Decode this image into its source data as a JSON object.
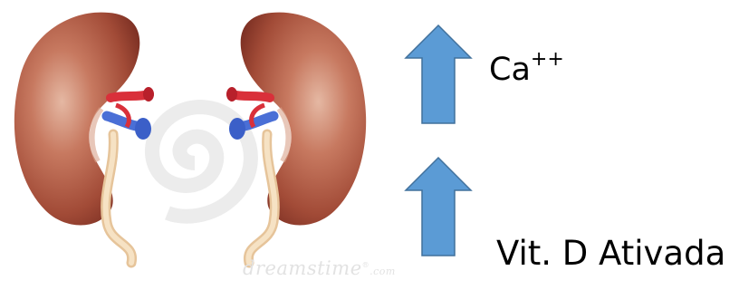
{
  "figure": {
    "labels": {
      "calcium_base": "Ca",
      "calcium_charge": "++",
      "vitamin_d": "Vit. D Ativada"
    },
    "watermark": {
      "brand": "dreamstime",
      "registered": "®",
      "domain": ".com"
    },
    "arrows": [
      {
        "direction": "up",
        "meaning": "increase",
        "color": "#5b9bd5"
      },
      {
        "direction": "up",
        "meaning": "increase",
        "color": "#5b9bd5"
      }
    ],
    "colors": {
      "arrow_fill": "#5b9bd5",
      "arrow_stroke": "#41719c",
      "kidney": "#a8523e",
      "artery": "#d9303a",
      "vein": "#4a6fd6",
      "ureter": "#efd4ad"
    }
  }
}
